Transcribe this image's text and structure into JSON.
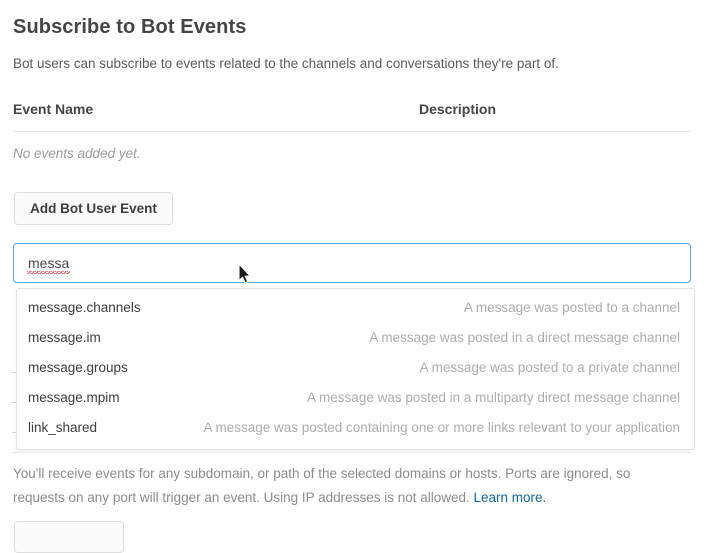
{
  "header": {
    "title": "Subscribe to Bot Events",
    "subtitle": "Bot users can subscribe to events related to the channels and conversations they're part of."
  },
  "events_table": {
    "columns": {
      "event_name": "Event Name",
      "description": "Description"
    },
    "empty_message": "No events added yet.",
    "rows": []
  },
  "actions": {
    "add_bot_user_event": "Add Bot User Event"
  },
  "search": {
    "value": "messa",
    "placeholder": "",
    "spellcheck_flagged": true
  },
  "suggestions": [
    {
      "name": "message.channels",
      "description": "A message was posted to a channel"
    },
    {
      "name": "message.im",
      "description": "A message was posted in a direct message channel"
    },
    {
      "name": "message.groups",
      "description": "A message was posted to a private channel"
    },
    {
      "name": "message.mpim",
      "description": "A message was posted in a multiparty direct message channel"
    },
    {
      "name": "link_shared",
      "description": "A message was posted containing one or more links relevant to your application"
    }
  ],
  "footer": {
    "helper_text": "You'll receive events for any subdomain, or path of the selected domains or hosts. Ports are ignored, so requests on any port will trigger an event. Using IP addresses is not allowed. ",
    "learn_more_label": "Learn more."
  },
  "colors": {
    "focus_border": "#53a9e8",
    "link": "#1264a3",
    "heading_text": "#454545",
    "muted_text": "#adadad",
    "spellcheck_underline": "#e03b3b"
  }
}
